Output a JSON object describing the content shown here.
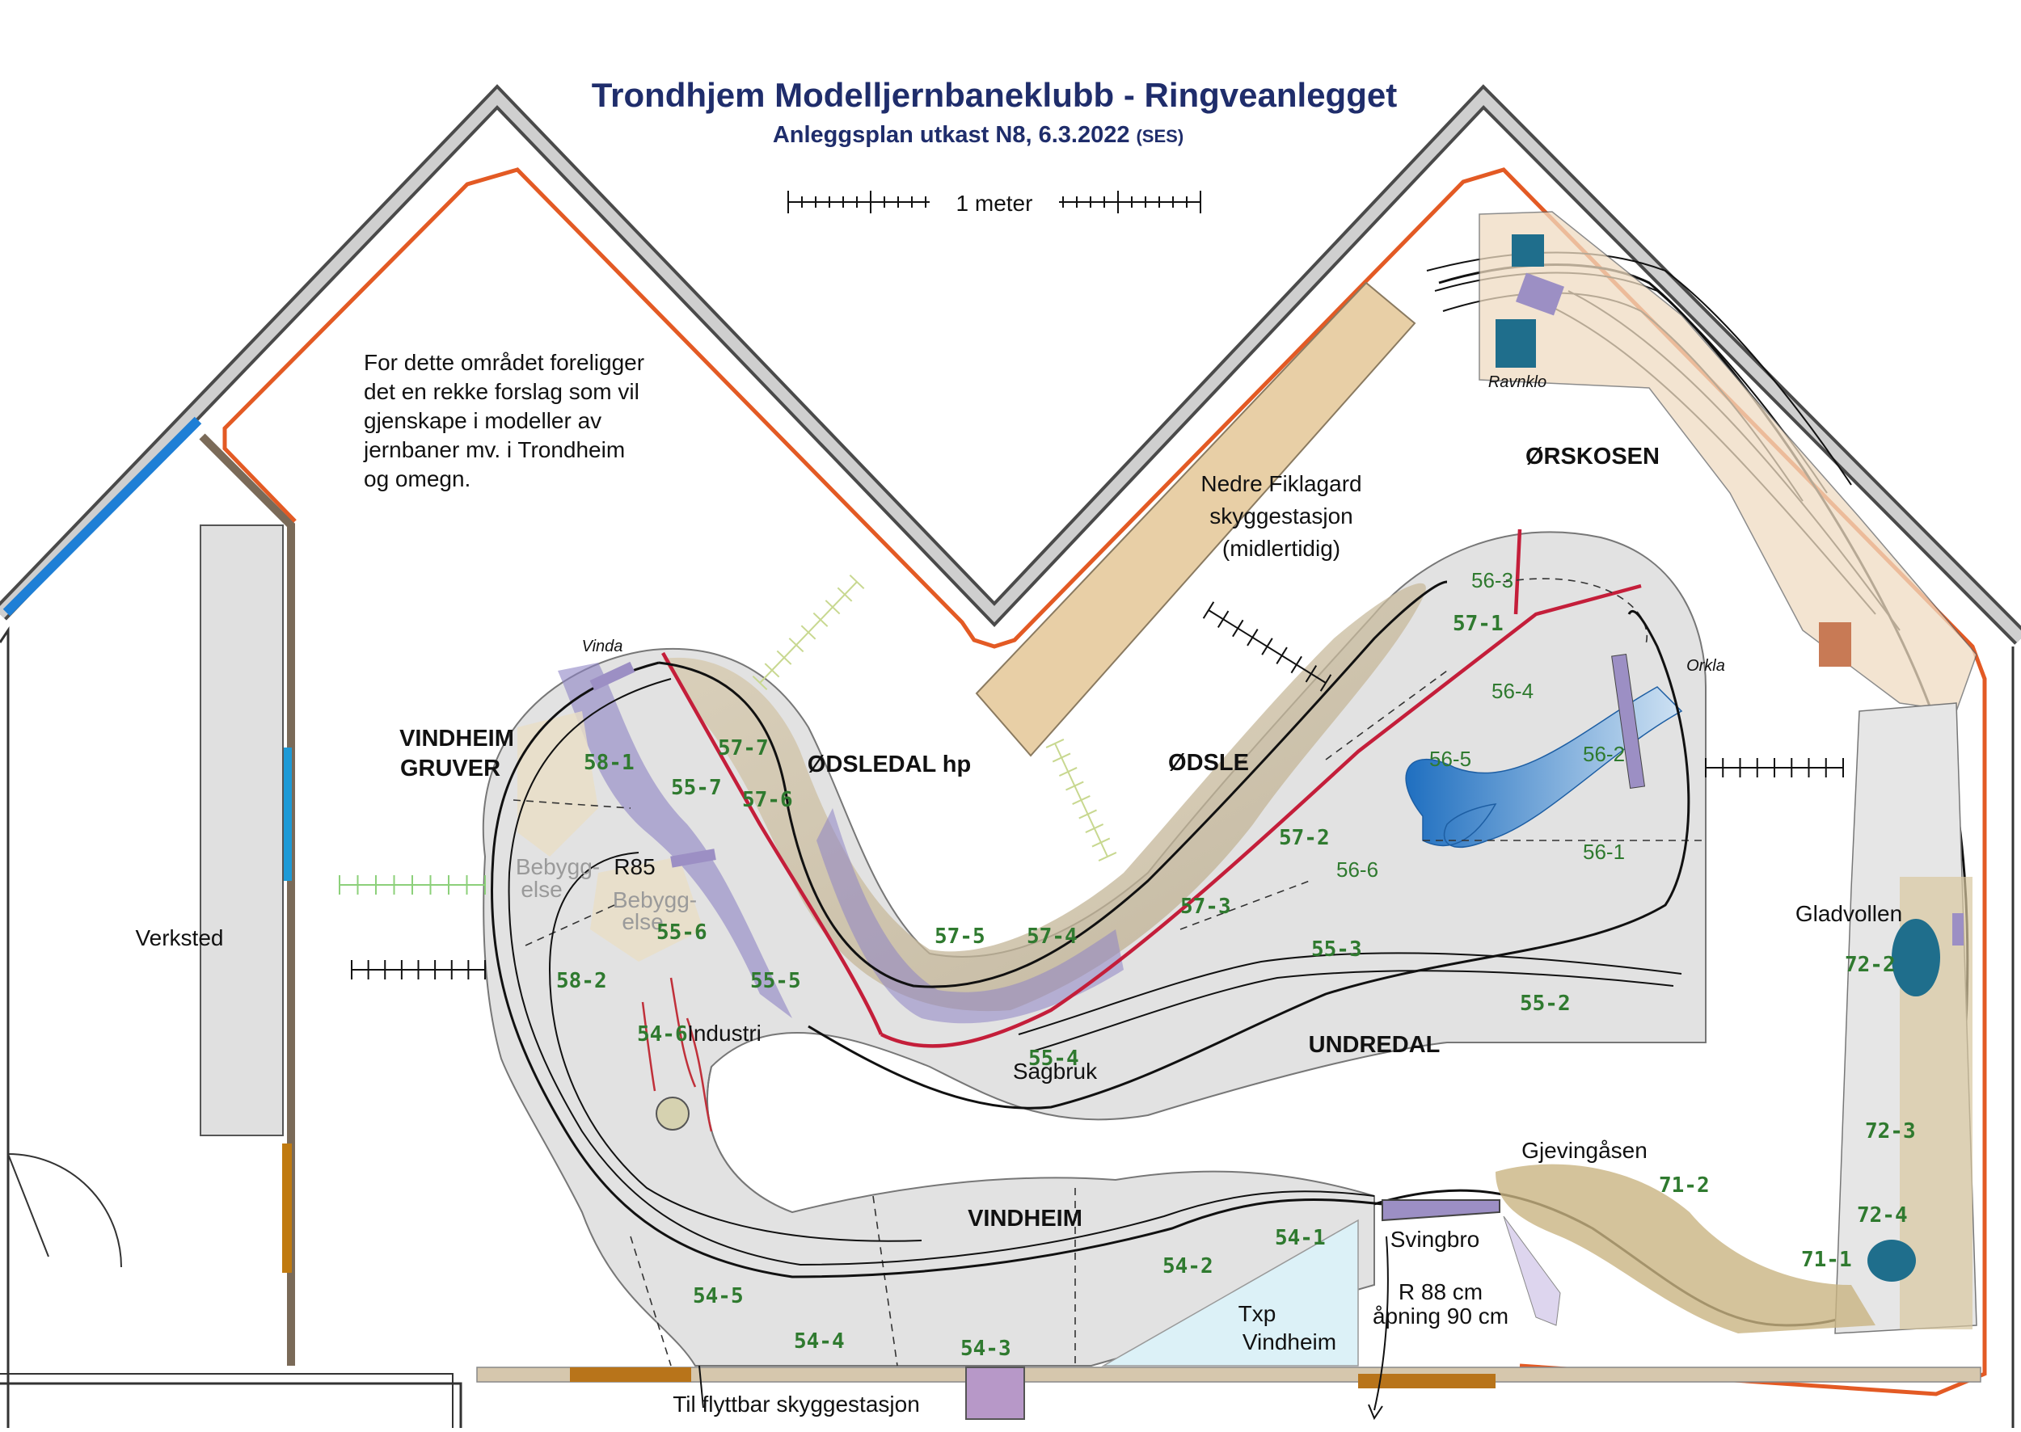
{
  "title": "Trondhjem Modelljernbaneklubb - Ringveanlegget",
  "subtitle": "Anleggsplan utkast N8, 6.3.2022",
  "subtitle_tag": "(SES)",
  "scale_label": "1 meter",
  "note_lines": [
    "For dette området foreligger",
    "det en rekke forslag som vil",
    "gjenskape i modeller av",
    "jernbaner mv. i Trondheim",
    "og omegn."
  ],
  "rooms": {
    "workshop": "Verksted"
  },
  "areas": {
    "nedre_line1": "Nedre Fiklagard",
    "nedre_line2": "skyggestasjon",
    "nedre_line3": "(midlertidig)",
    "txp_line1": "Txp",
    "txp_line2": "Vindheim"
  },
  "stations": {
    "vindheim_gruver_1": "VINDHEIM",
    "vindheim_gruver_2": "GRUVER",
    "odsledal_hp": "ØDSLEDAL hp",
    "odsle": "ØDSLE",
    "orskosen": "ØRSKOSEN",
    "undredal": "UNDREDAL",
    "vindheim": "VINDHEIM"
  },
  "places": {
    "vinda": "Vinda",
    "ravnklo": "Ravnklo",
    "orkla": "Orkla",
    "gladvollen": "Gladvollen",
    "gjevingasen": "Gjevingåsen",
    "industri": "Industri",
    "sagbruk": "Sagbruk",
    "r85": "R85",
    "bebyggelse1_a": "Bebygg-",
    "bebyggelse1_b": "else",
    "bebyggelse2_a": "Bebygg-",
    "bebyggelse2_b": "else"
  },
  "swing_bridge": {
    "name": "Svingbro",
    "radius": "R 88 cm",
    "opening": "åpning 90 cm"
  },
  "footer": "Til flyttbar skyggestasjon",
  "segments": {
    "s58_1": "58-1",
    "s58_2": "58-2",
    "s55_7": "55-7",
    "s55_6": "55-6",
    "s55_5": "55-5",
    "s55_4": "55-4",
    "s55_3": "55-3",
    "s55_2": "55-2",
    "s57_7": "57-7",
    "s57_6": "57-6",
    "s57_5": "57-5",
    "s57_4": "57-4",
    "s57_3": "57-3",
    "s57_2": "57-2",
    "s57_1": "57-1",
    "s56_1": "56-1",
    "s56_2": "56-2",
    "s56_3": "56-3",
    "s56_4": "56-4",
    "s56_5": "56-5",
    "s56_6": "56-6",
    "s54_1": "54-1",
    "s54_2": "54-2",
    "s54_3": "54-3",
    "s54_4": "54-4",
    "s54_5": "54-5",
    "s54_6": "54-6",
    "s71_1": "71-1",
    "s71_2": "71-2",
    "s72_2": "72-2",
    "s72_3": "72-3",
    "s72_4": "72-4"
  },
  "colors": {
    "title": "#1f2d6b",
    "wall": "#c8c8c8",
    "backdrop_line": "#e35a24",
    "track": "#111111",
    "boundary_red": "#c41e3a",
    "segment_label": "#2f7a2f",
    "staging_yard": "#e8cfa6",
    "water": "#3a86c8",
    "bridge": "#9c8fc4"
  }
}
